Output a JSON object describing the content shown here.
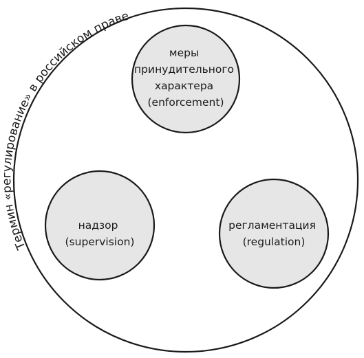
{
  "outer": {
    "caption": "Термин «регулирование» в российском праве"
  },
  "circles": {
    "top": {
      "lines": [
        "меры",
        "принудительного",
        "характера",
        "(enforcement)"
      ]
    },
    "left": {
      "lines": [
        "надзор",
        "(supervision)"
      ]
    },
    "right": {
      "lines": [
        "регламентация",
        "(regulation)"
      ]
    }
  },
  "colors": {
    "inner_fill": "#e6e6e6",
    "stroke": "#1a1a1a",
    "background": "#ffffff"
  }
}
